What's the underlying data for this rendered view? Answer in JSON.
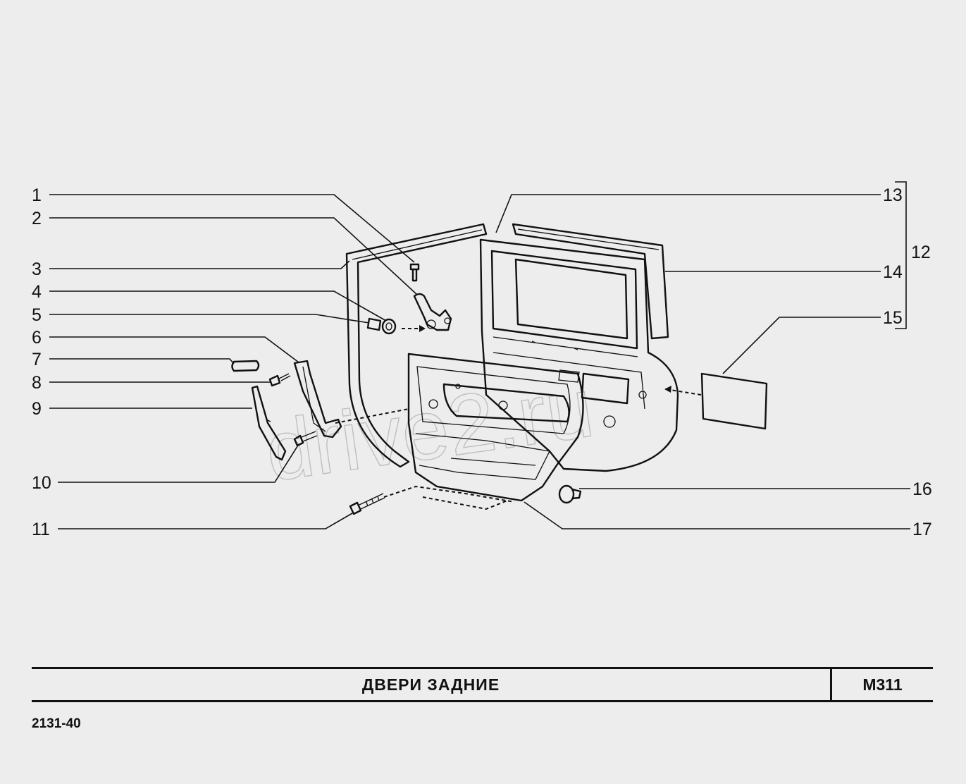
{
  "diagram": {
    "watermark": "drive2.ru",
    "callouts": {
      "c1": "1",
      "c2": "2",
      "c3": "3",
      "c4": "4",
      "c5": "5",
      "c6": "6",
      "c7": "7",
      "c8": "8",
      "c9": "9",
      "c10": "10",
      "c11": "11",
      "c12": "12",
      "c13": "13",
      "c14": "14",
      "c15": "15",
      "c16": "16",
      "c17": "17"
    }
  },
  "footer": {
    "title": "ДВЕРИ   ЗАДНИЕ",
    "section_code": "M311",
    "model": "2131-40"
  }
}
